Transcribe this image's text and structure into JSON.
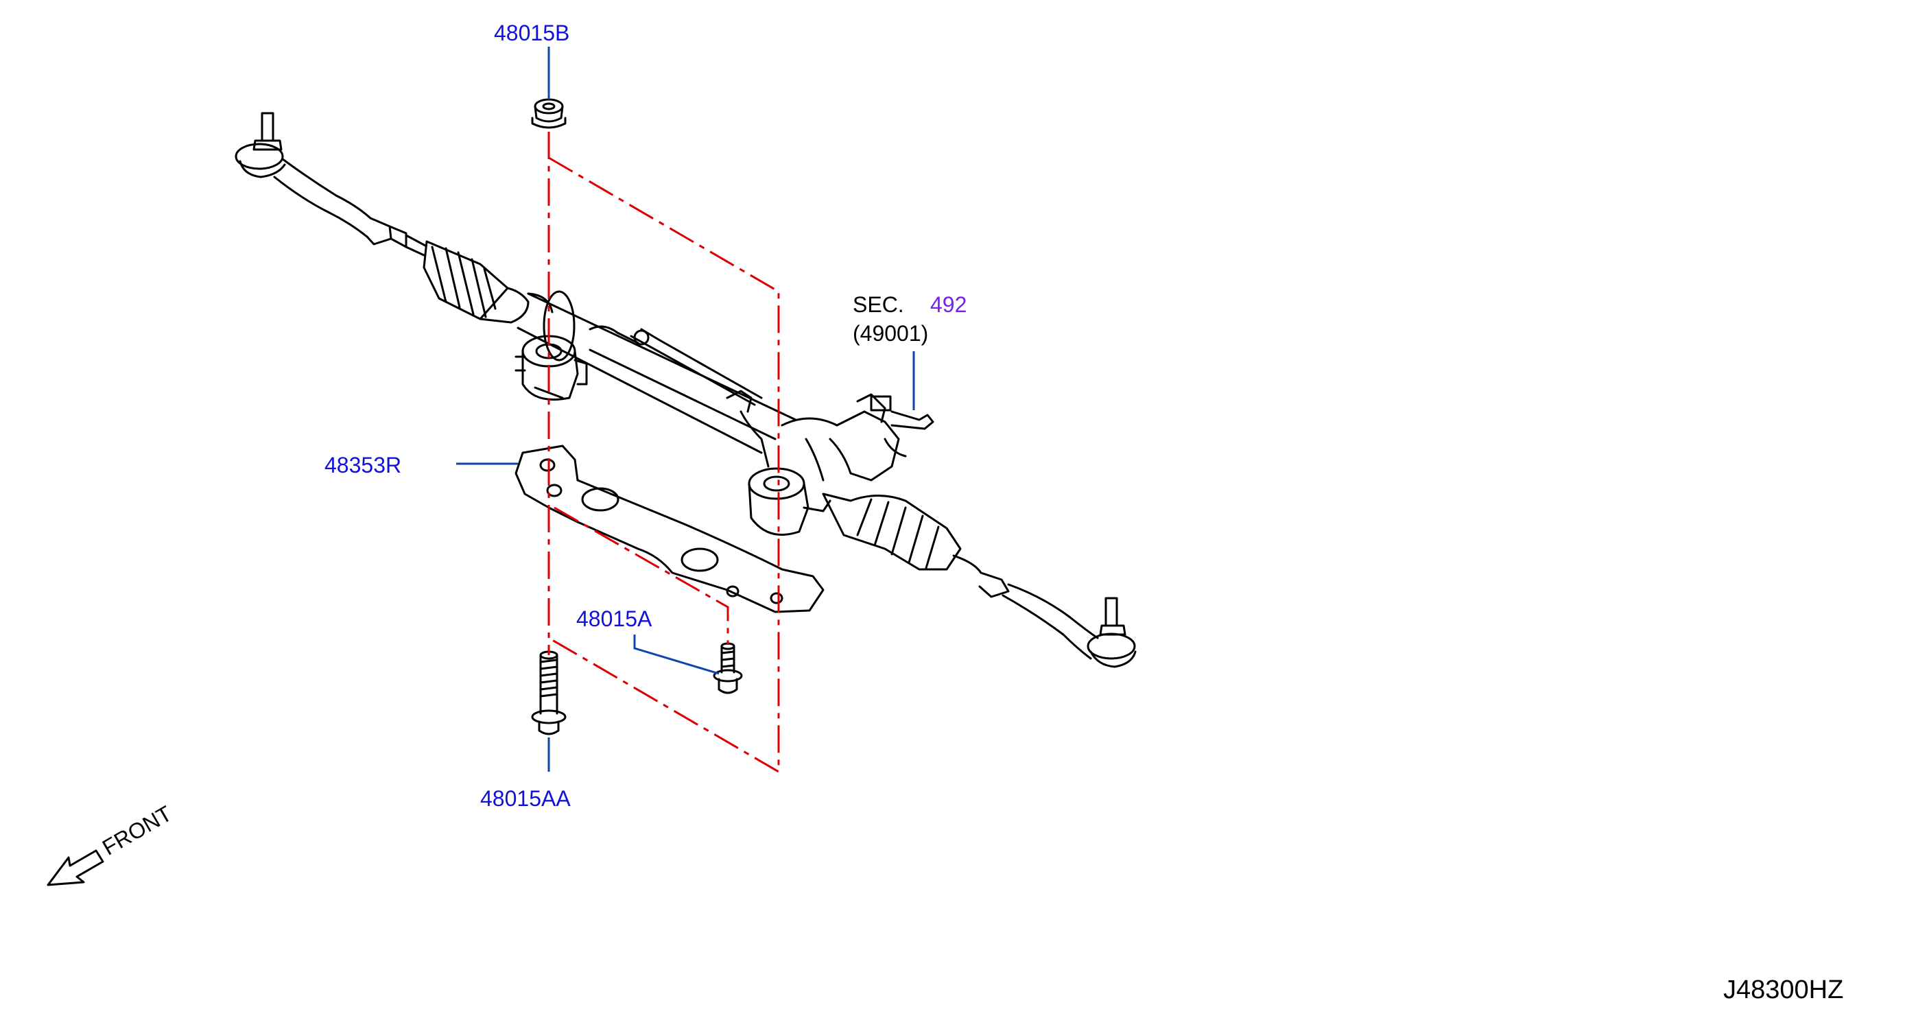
{
  "diagram": {
    "part_labels": {
      "nut_top": "48015B",
      "bracket": "48353R",
      "bolt_small": "48015A",
      "bolt_long": "48015AA"
    },
    "section_ref": {
      "prefix": "SEC.",
      "number": "492",
      "sub": "(49001)"
    },
    "direction_label": "FRONT",
    "diagram_code": "J48300HZ"
  },
  "colors": {
    "part_label": "#1111dd",
    "section_number": "#7722ee",
    "leader_line": "#1144aa",
    "assembly_line": "#dd0000",
    "drawing_line": "#000000"
  }
}
